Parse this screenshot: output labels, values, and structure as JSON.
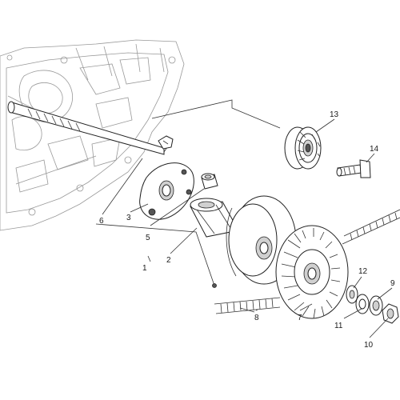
{
  "callouts": [
    {
      "id": "c1",
      "text": "1"
    },
    {
      "id": "c2",
      "text": "2"
    },
    {
      "id": "c3",
      "text": "3"
    },
    {
      "id": "c5",
      "text": "5"
    },
    {
      "id": "c6",
      "text": "6"
    },
    {
      "id": "c7",
      "text": "7"
    },
    {
      "id": "c8",
      "text": "8"
    },
    {
      "id": "c9",
      "text": "9"
    },
    {
      "id": "c10",
      "text": "10"
    },
    {
      "id": "c11",
      "text": "11"
    },
    {
      "id": "c12",
      "text": "12"
    },
    {
      "id": "c13",
      "text": "13"
    },
    {
      "id": "c14",
      "text": "14"
    }
  ],
  "colors": {
    "line": "#333333",
    "shade": "#d0d0d0",
    "dark": "#555555"
  }
}
